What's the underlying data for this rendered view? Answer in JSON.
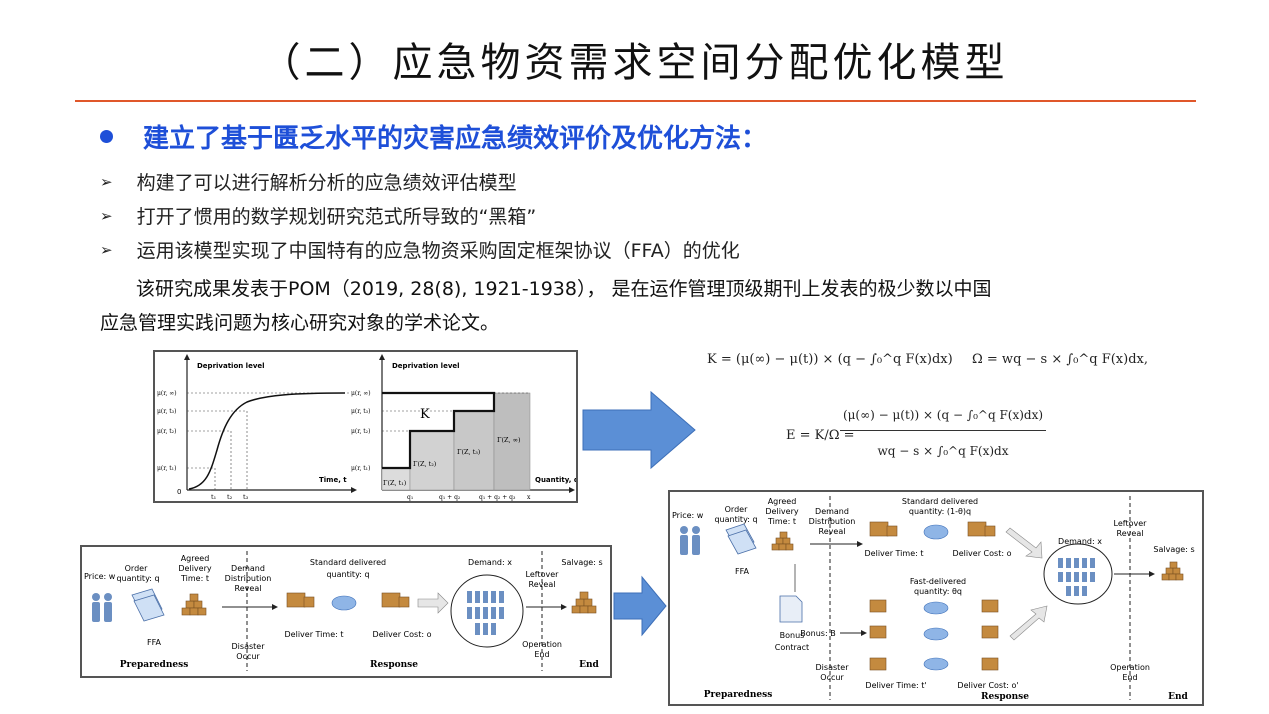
{
  "title": "（二）应急物资需求空间分配优化模型",
  "headline": "建立了基于匮乏水平的灾害应急绩效评价及优化方法：",
  "bullets": [
    "构建了可以进行解析分析的应急绩效评估模型",
    "打开了惯用的数学规划研究范式所导致的“黑箱”",
    "运用该模型实现了中国特有的应急物资采购固定框架协议（FFA）的优化"
  ],
  "paragraph": {
    "line1": "该研究成果发表于POM（2019, 28(8), 1921-1938）， 是在运作管理顶级期刊上发表的极少数以中国",
    "line2": "应急管理实践问题为核心研究对象的学术论文。"
  },
  "deprivation_chart": {
    "left": {
      "ylabel": "Deprivation level",
      "xlabel": "Time, t",
      "origin": "0",
      "yticks": [
        "μ(r, ∞)",
        "μ(r, t₃)",
        "μ(r, t₂)",
        "μ(r, t₁)"
      ],
      "xticks": [
        "t₁",
        "t₂",
        "t₃"
      ]
    },
    "right": {
      "ylabel": "Deprivation level",
      "xlabel": "Quantity, q",
      "yticks": [
        "μ(r, ∞)",
        "μ(r, t₃)",
        "μ(r, t₂)",
        "μ(r, t₁)"
      ],
      "area_label": "K",
      "region_labels": [
        "Γ(Z, t₁)",
        "Γ(Z, t₂)",
        "Γ(Z, t₃)",
        "Γ(Z, ∞)"
      ],
      "xticks": [
        "q₁",
        "q₁ + q₂",
        "q₁ + q₂ + q₃",
        "x"
      ]
    }
  },
  "formulas": {
    "K": "K = (μ(∞) − μ(t)) × (q − ∫₀^q F(x)dx)",
    "Omega": "Ω = wq − s × ∫₀^q F(x)dx,",
    "E_num": "(μ(∞) − μ(t)) × (q − ∫₀^q F(x)dx)",
    "E_den": "wq − s × ∫₀^q F(x)dx",
    "E_lhs": "E = K/Ω ="
  },
  "diagram_left": {
    "price": "Price: w",
    "order": [
      "Order",
      "quantity: q"
    ],
    "agreed": [
      "Agreed",
      "Delivery",
      "Time: t"
    ],
    "ffa": "FFA",
    "demand_reveal": [
      "Demand",
      "Distribution",
      "Reveal"
    ],
    "standard": [
      "Standard delivered",
      "quantity: q"
    ],
    "deliver_time": "Deliver Time: t",
    "deliver_cost": "Deliver Cost: o",
    "demand": "Demand: x",
    "leftover": [
      "Leftover",
      "Reveal"
    ],
    "salvage": "Salvage: s",
    "disaster": [
      "Disaster",
      "Occur"
    ],
    "operation_end": [
      "Operation",
      "End"
    ],
    "phases": [
      "Preparedness",
      "Response",
      "End"
    ]
  },
  "diagram_right": {
    "price": "Price: w",
    "order": [
      "Order",
      "quantity: q"
    ],
    "agreed": [
      "Agreed",
      "Delivery",
      "Time: t"
    ],
    "ffa": "FFA",
    "demand_reveal": [
      "Demand",
      "Distribution",
      "Reveal"
    ],
    "standard": [
      "Standard delivered",
      "quantity: (1-θ)q"
    ],
    "deliver_time": "Deliver Time: t",
    "deliver_cost": "Deliver Cost: o",
    "fast": [
      "Fast-delivered",
      "quantity: θq"
    ],
    "bonus": "Bonus: B",
    "bonus_contract": [
      "Bonus",
      "Contract"
    ],
    "deliver_time2": "Deliver Time: t'",
    "deliver_cost2": "Deliver Cost: o'",
    "demand": "Demand: x",
    "leftover": [
      "Leftover",
      "Reveal"
    ],
    "salvage": "Salvage: s",
    "disaster": [
      "Disaster",
      "Occur"
    ],
    "operation_end": [
      "Operation",
      "End"
    ],
    "phases": [
      "Preparedness",
      "Response",
      "End"
    ]
  },
  "colors": {
    "accent_blue": "#1e4fd8",
    "title_rule": "#e0572a",
    "arrow_blue": "#5b8fd6"
  }
}
